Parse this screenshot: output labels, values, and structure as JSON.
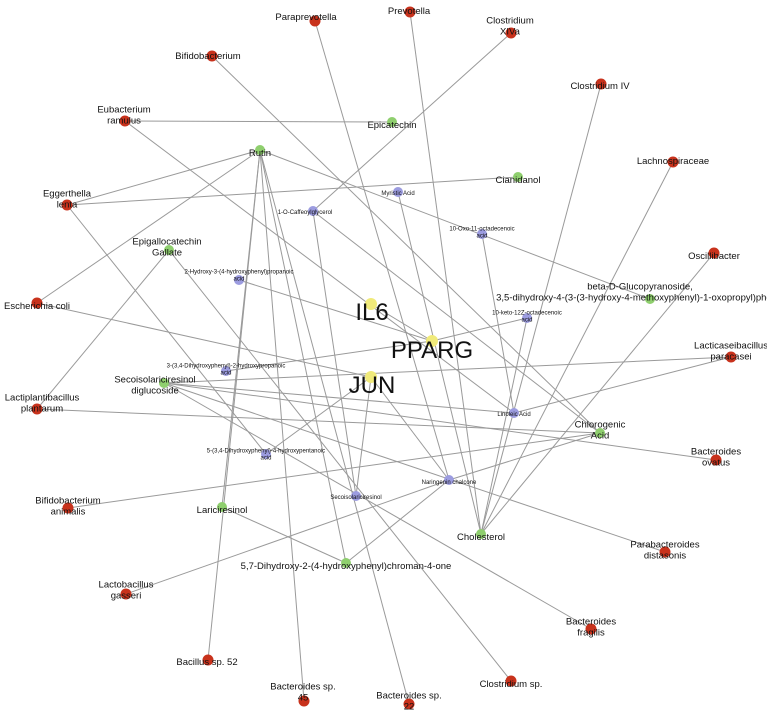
{
  "colors": {
    "microbe": "#c8321c",
    "metabolite": "#8fcf6e",
    "compound": "#9c9ce0",
    "target": "#f0ea7a",
    "edge": "#9a9a9a"
  },
  "nodes": [
    {
      "id": "paraprevotella",
      "type": "microbe",
      "label": [
        "Paraprevotella"
      ]
    },
    {
      "id": "prevotella",
      "type": "microbe",
      "label": [
        "Prevotella"
      ]
    },
    {
      "id": "clostridium-xiva",
      "type": "microbe",
      "label": [
        "Clostridium",
        "XIVa"
      ]
    },
    {
      "id": "bifidobacterium",
      "type": "microbe",
      "label": [
        "Bifidobacterium"
      ]
    },
    {
      "id": "clostridium-iv",
      "type": "microbe",
      "label": [
        "Clostridium IV"
      ]
    },
    {
      "id": "eubacterium-ramulus",
      "type": "microbe",
      "label": [
        "Eubacterium",
        "ramulus"
      ]
    },
    {
      "id": "lachnospiraceae",
      "type": "microbe",
      "label": [
        "Lachnospiraceae"
      ]
    },
    {
      "id": "eggerthella-lenta",
      "type": "microbe",
      "label": [
        "Eggerthella",
        "lenta"
      ]
    },
    {
      "id": "oscillibacter",
      "type": "microbe",
      "label": [
        "Oscillibacter"
      ]
    },
    {
      "id": "escherichia-coli",
      "type": "microbe",
      "label": [
        "Escherichia coli"
      ]
    },
    {
      "id": "lacticaseibacillus-paracasei",
      "type": "microbe",
      "label": [
        "Lacticaseibacillus",
        "paracasei"
      ]
    },
    {
      "id": "lactiplantibacillus-plantarum",
      "type": "microbe",
      "label": [
        "Lactiplantibacillus",
        "plantarum"
      ]
    },
    {
      "id": "bacteroides-ovatus",
      "type": "microbe",
      "label": [
        "Bacteroides",
        "ovatus"
      ]
    },
    {
      "id": "bifidobacterium-animalis",
      "type": "microbe",
      "label": [
        "Bifidobacterium",
        "animalis"
      ]
    },
    {
      "id": "parabacteroides-distasonis",
      "type": "microbe",
      "label": [
        "Parabacteroides",
        "distasonis"
      ]
    },
    {
      "id": "lactobacillus-gasseri",
      "type": "microbe",
      "label": [
        "Lactobacillus",
        "gasseri"
      ]
    },
    {
      "id": "bacteroides-fragilis",
      "type": "microbe",
      "label": [
        "Bacteroides",
        "fragilis"
      ]
    },
    {
      "id": "bacillus-sp-52",
      "type": "microbe",
      "label": [
        "Bacillus sp. 52"
      ]
    },
    {
      "id": "clostridium-sp",
      "type": "microbe",
      "label": [
        "Clostridium sp."
      ]
    },
    {
      "id": "bacteroides-sp-45",
      "type": "microbe",
      "label": [
        "Bacteroides sp.",
        "45"
      ]
    },
    {
      "id": "bacteroides-sp-22",
      "type": "microbe",
      "label": [
        "Bacteroides sp.",
        "22"
      ]
    },
    {
      "id": "rutin",
      "type": "metabolite",
      "label": [
        "Rutin"
      ]
    },
    {
      "id": "epicatechin",
      "type": "metabolite",
      "label": [
        "Epicatechin"
      ]
    },
    {
      "id": "cianidanol",
      "type": "metabolite",
      "label": [
        "Cianidanol"
      ]
    },
    {
      "id": "epigallocatechin-gallate",
      "type": "metabolite",
      "label": [
        "Epigallocatechin",
        "Gallate"
      ]
    },
    {
      "id": "beta-d-glucopyranoside",
      "type": "metabolite",
      "label": [
        "beta-D-Glucopyranoside,",
        "3,5-dihydroxy-4-(3-(3-hydroxy-4-methoxyphenyl)-1-oxopropyl)phenyl"
      ]
    },
    {
      "id": "secoisolariciresinol-diglucoside",
      "type": "metabolite",
      "label": [
        "Secoisolariciresinol",
        "diglucoside"
      ]
    },
    {
      "id": "chlorogenic-acid",
      "type": "metabolite",
      "label": [
        "Chlorogenic",
        "Acid"
      ]
    },
    {
      "id": "lariciresinol",
      "type": "metabolite",
      "label": [
        "Lariciresinol"
      ]
    },
    {
      "id": "cholesterol",
      "type": "metabolite",
      "label": [
        "Cholesterol"
      ]
    },
    {
      "id": "dihydroxyphenyl-chromanone",
      "type": "metabolite",
      "label": [
        "5,7-Dihydroxy-2-(4-hydroxyphenyl)chroman-4-one"
      ]
    },
    {
      "id": "myristic-acid",
      "type": "compound",
      "label": [
        "Myristic Acid"
      ]
    },
    {
      "id": "caffeoylglycerol",
      "type": "compound",
      "label": [
        "1-O-Caffeoylglycerol"
      ]
    },
    {
      "id": "oxo-octadecenoic",
      "type": "compound",
      "label": [
        "10-Oxo-11-octadecenoic",
        "acid"
      ]
    },
    {
      "id": "hydroxyphenylpropanoic",
      "type": "compound",
      "label": [
        "2-Hydroxy-3-(4-hydroxyphenyl)propanoic",
        "acid"
      ]
    },
    {
      "id": "keto-octadecenoic",
      "type": "compound",
      "label": [
        "10-keto-12Z-octadecenoic",
        "acid"
      ]
    },
    {
      "id": "dihydroxyphenyl-hydroxypropanoic",
      "type": "compound",
      "label": [
        "3-(3,4-Dihydroxyphenyl)-2-hydroxypropanoic",
        "acid"
      ]
    },
    {
      "id": "linoleic-acid",
      "type": "compound",
      "label": [
        "Linoleic Acid"
      ]
    },
    {
      "id": "hydroxypentanoic",
      "type": "compound",
      "label": [
        "5-(3,4-Dihydroxyphenyl)-4-hydroxypentanoic",
        "acid"
      ]
    },
    {
      "id": "naringenin-chalcone",
      "type": "compound",
      "label": [
        "Naringenin chalcone"
      ]
    },
    {
      "id": "secoisolariciresinol",
      "type": "compound",
      "label": [
        "Secoisolariciresinol"
      ]
    },
    {
      "id": "il6",
      "type": "target",
      "label": [
        "IL6"
      ]
    },
    {
      "id": "pparg",
      "type": "target",
      "label": [
        "PPARG"
      ]
    },
    {
      "id": "jun",
      "type": "target",
      "label": [
        "JUN"
      ]
    }
  ],
  "edges": [
    [
      "paraprevotella",
      "naringenin-chalcone"
    ],
    [
      "prevotella",
      "cholesterol"
    ],
    [
      "clostridium-xiva",
      "caffeoylglycerol"
    ],
    [
      "bifidobacterium",
      "chlorogenic-acid"
    ],
    [
      "clostridium-iv",
      "cholesterol"
    ],
    [
      "eubacterium-ramulus",
      "linoleic-acid"
    ],
    [
      "lachnospiraceae",
      "cholesterol"
    ],
    [
      "oscillibacter",
      "cholesterol"
    ],
    [
      "eggerthella-lenta",
      "rutin"
    ],
    [
      "eggerthella-lenta",
      "cianidanol"
    ],
    [
      "eggerthella-lenta",
      "hydroxypentanoic"
    ],
    [
      "escherichia-coli",
      "rutin"
    ],
    [
      "escherichia-coli",
      "jun"
    ],
    [
      "lacticaseibacillus-paracasei",
      "secoisolariciresinol-diglucoside"
    ],
    [
      "lactiplantibacillus-plantarum",
      "epigallocatechin-gallate"
    ],
    [
      "lactiplantibacillus-plantarum",
      "chlorogenic-acid"
    ],
    [
      "bacteroides-ovatus",
      "secoisolariciresinol-diglucoside"
    ],
    [
      "bifidobacterium-animalis",
      "chlorogenic-acid"
    ],
    [
      "parabacteroides-distasonis",
      "secoisolariciresinol-diglucoside"
    ],
    [
      "lactobacillus-gasseri",
      "naringenin-chalcone"
    ],
    [
      "bacteroides-fragilis",
      "secoisolariciresinol-diglucoside"
    ],
    [
      "bacillus-sp-52",
      "rutin"
    ],
    [
      "clostridium-sp",
      "epigallocatechin-gallate"
    ],
    [
      "bacteroides-sp-45",
      "rutin"
    ],
    [
      "bacteroides-sp-22",
      "rutin"
    ],
    [
      "rutin",
      "beta-d-glucopyranoside"
    ],
    [
      "rutin",
      "lariciresinol"
    ],
    [
      "rutin",
      "dihydroxyphenyl-chromanone"
    ],
    [
      "epicatechin",
      "eubacterium-ramulus"
    ],
    [
      "caffeoylglycerol",
      "chlorogenic-acid"
    ],
    [
      "caffeoylglycerol",
      "secoisolariciresinol"
    ],
    [
      "myristic-acid",
      "cholesterol"
    ],
    [
      "oxo-octadecenoic",
      "linoleic-acid"
    ],
    [
      "hydroxyphenylpropanoic",
      "pparg"
    ],
    [
      "keto-octadecenoic",
      "pparg"
    ],
    [
      "keto-octadecenoic",
      "cholesterol"
    ],
    [
      "il6",
      "pparg"
    ],
    [
      "pparg",
      "dihydroxyphenyl-hydroxypropanoic"
    ],
    [
      "jun",
      "hydroxypentanoic"
    ],
    [
      "jun",
      "secoisolariciresinol"
    ],
    [
      "jun",
      "naringenin-chalcone"
    ],
    [
      "linoleic-acid",
      "secoisolariciresinol-diglucoside"
    ],
    [
      "linoleic-acid",
      "lacticaseibacillus-paracasei"
    ],
    [
      "chlorogenic-acid",
      "naringenin-chalcone"
    ],
    [
      "naringenin-chalcone",
      "dihydroxyphenyl-chromanone"
    ],
    [
      "dihydroxyphenyl-chromanone",
      "lariciresinol"
    ]
  ]
}
